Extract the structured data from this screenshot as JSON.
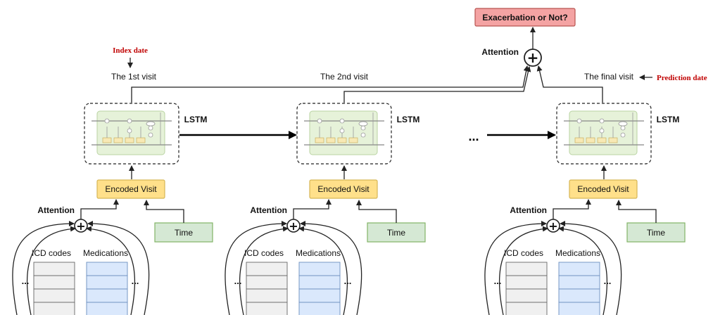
{
  "header": {
    "output_label": "Exacerbation or Not?",
    "top_attention_label": "Attention",
    "index_date_label": "Index date",
    "prediction_date_label": "Prediction date"
  },
  "ellipsis": "...",
  "visits": [
    {
      "visit_label": "The 1st visit",
      "lstm_label": "LSTM",
      "encoded_label": "Encoded Visit",
      "attention_label": "Attention",
      "time_label": "Time",
      "icd_label": "ICD codes",
      "med_label": "Medications",
      "dots_label": "..."
    },
    {
      "visit_label": "The 2nd visit",
      "lstm_label": "LSTM",
      "encoded_label": "Encoded Visit",
      "attention_label": "Attention",
      "time_label": "Time",
      "icd_label": "ICD codes",
      "med_label": "Medications",
      "dots_label": "..."
    },
    {
      "visit_label": "The final visit",
      "lstm_label": "LSTM",
      "encoded_label": "Encoded Visit",
      "attention_label": "Attention",
      "time_label": "Time",
      "icd_label": "ICD codes",
      "med_label": "Medications",
      "dots_label": "..."
    }
  ],
  "colors": {
    "output_fill": "#f4a3a3",
    "output_stroke": "#b85450",
    "encoded_fill": "#ffe08a",
    "encoded_stroke": "#d6b656",
    "time_fill": "#d5e8d4",
    "time_stroke": "#82b366",
    "lstm_cell_fill": "#e6f2d9",
    "icd_fill": "#f0f0f0",
    "med_fill": "#dae8fc",
    "med_stroke": "#6c8ebf",
    "date_red": "#c00000"
  }
}
